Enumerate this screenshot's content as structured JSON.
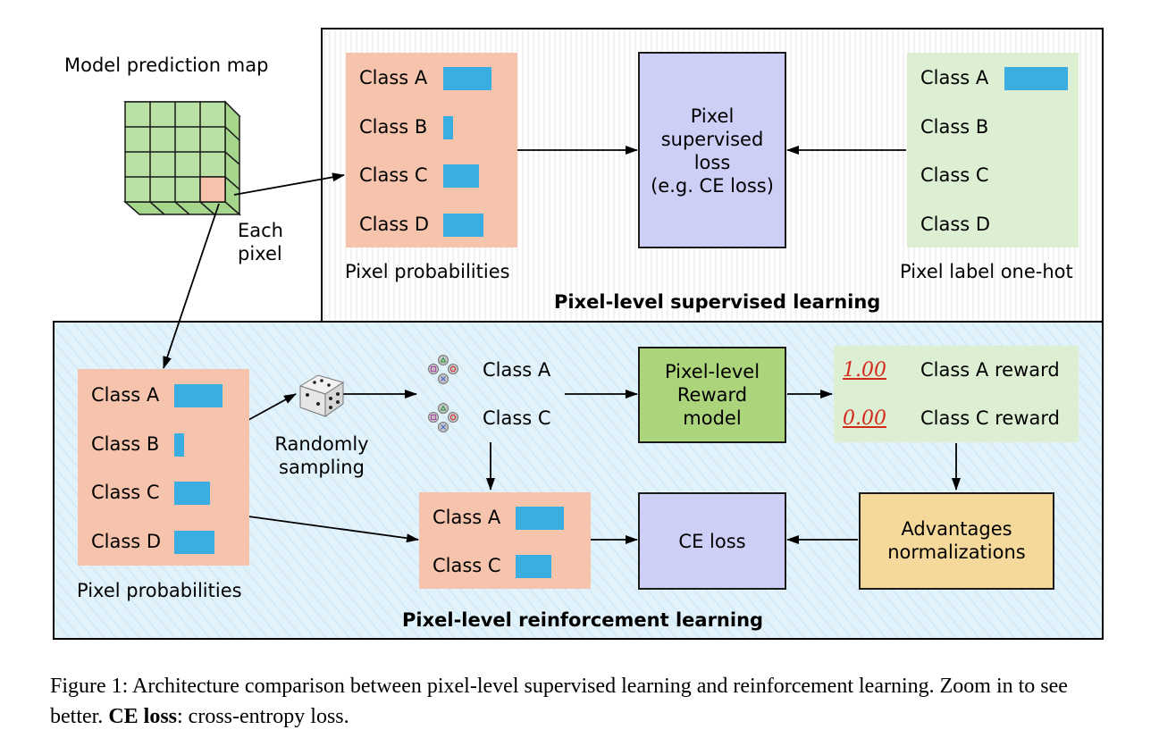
{
  "supervised": {
    "section_title": "Pixel-level supervised learning",
    "probs_caption": "Pixel probabilities",
    "probs": [
      {
        "label": "Class A",
        "value": 0.75
      },
      {
        "label": "Class B",
        "value": 0.15
      },
      {
        "label": "Class C",
        "value": 0.55
      },
      {
        "label": "Class D",
        "value": 0.62
      }
    ],
    "loss_box": [
      "Pixel",
      "supervised",
      "loss",
      "(e.g. CE loss)"
    ],
    "onehot_caption": "Pixel label one-hot",
    "onehot": [
      {
        "label": "Class A",
        "value": 1
      },
      {
        "label": "Class B",
        "value": 0
      },
      {
        "label": "Class C",
        "value": 0
      },
      {
        "label": "Class D",
        "value": 0
      }
    ]
  },
  "prediction_map": {
    "title": "Model prediction map",
    "pixel_label_line1": "Each",
    "pixel_label_line2": "pixel"
  },
  "reinforcement": {
    "section_title": "Pixel-level reinforcement learning",
    "probs_caption": "Pixel probabilities",
    "probs": [
      {
        "label": "Class A",
        "value": 0.75
      },
      {
        "label": "Class B",
        "value": 0.15
      },
      {
        "label": "Class C",
        "value": 0.55
      },
      {
        "label": "Class D",
        "value": 0.62
      }
    ],
    "sampling_line1": "Randomly",
    "sampling_line2": "sampling",
    "sampled": [
      "Class A",
      "Class C"
    ],
    "reward_model": [
      "Pixel-level",
      "Reward",
      "model"
    ],
    "rewards": [
      {
        "value": "1.00",
        "label": "Class A reward"
      },
      {
        "value": "0.00",
        "label": "Class C reward"
      }
    ],
    "selected_probs": [
      {
        "label": "Class A",
        "value": 0.75
      },
      {
        "label": "Class C",
        "value": 0.55
      }
    ],
    "ce_loss": "CE loss",
    "advantages": [
      "Advantages",
      "normalizations"
    ]
  },
  "caption": {
    "prefix": "Figure 1: Architecture comparison between pixel-level supervised learning and reinforcement learn­ing. Zoom in to see better. ",
    "bold": "CE loss",
    "suffix": ": cross-entropy loss."
  },
  "colors": {
    "bar": "#3aaee0",
    "prob_box": "#f6c4ad",
    "onehot_box": "#dcefd2",
    "loss_box": "#cdcff6",
    "reward_model_box": "#acd47a",
    "advantages_box": "#f5d99a",
    "reward_text": "#d42a1e"
  },
  "icons": {
    "sampling": "dice-icon",
    "sampled_class": "gamepad-buttons-icon"
  }
}
